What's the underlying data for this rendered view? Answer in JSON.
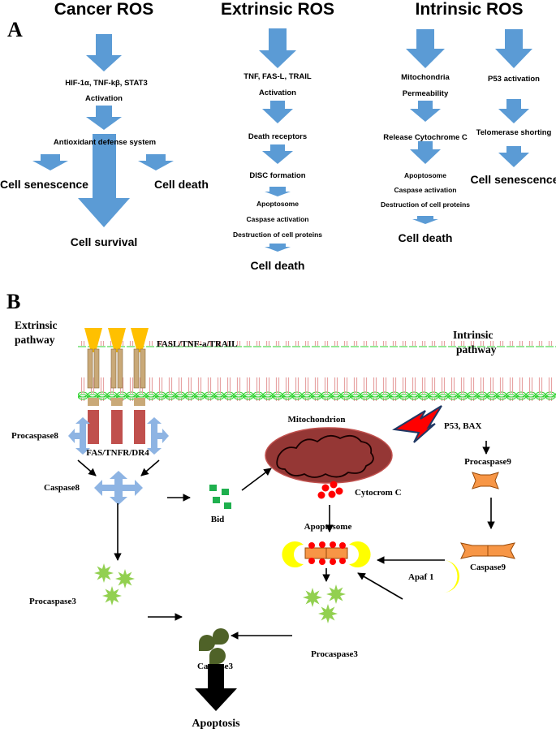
{
  "panel_a": {
    "label": "A",
    "cancer": {
      "title": "Cancer ROS",
      "factors": "HIF-1α, TNF-kβ, STAT3",
      "activation": "Activation",
      "defense": "Antioxidant defense system",
      "senescence": "Cell senescence",
      "death": "Cell death",
      "survival": "Cell survival"
    },
    "extrinsic": {
      "title": "Extrinsic ROS",
      "ligands": "TNF, FAS-L, TRAIL",
      "activation": "Activation",
      "receptors": "Death receptors",
      "disc": "DISC formation",
      "apoptosome": "Apoptosome",
      "caspase": "Caspase activation",
      "destruction": "Destruction of cell proteins",
      "death": "Cell death"
    },
    "intrinsic": {
      "title": "Intrinsic ROS",
      "mito": "Mitochondria",
      "perm": "Permeability",
      "release": "Release Cytochrome C",
      "apoptosome": "Apoptosome",
      "caspase": "Caspase activation",
      "destruction": "Destruction of cell proteins",
      "death": "Cell death",
      "p53": "P53 activation",
      "telomerase": "Telomerase shorting",
      "senescence": "Cell senescence"
    }
  },
  "panel_b": {
    "label": "B",
    "extrinsic_line1": "Extrinsic",
    "extrinsic_line2": "pathway",
    "intrinsic_line1": "Intrinsic",
    "intrinsic_line2": "pathway",
    "ligands": "FASL/TNF-a/TRAIL",
    "procaspase8": "Procaspase8",
    "receptors": "FAS/TNFR/DR4",
    "caspase8": "Caspase8",
    "bid": "Bid",
    "mitochondrion": "Mitochondrion",
    "p53bax": "P53, BAX",
    "procaspase9": "Procaspase9",
    "cytochrome": "Cytocrom  C",
    "apoptosome": "Apoptosome",
    "caspase9": "Caspase9",
    "apaf": "Apaf 1",
    "procaspase3_left": "Procaspase3",
    "procaspase3_right": "Procaspase3",
    "caspase3": "Caspase3",
    "apoptosis": "Apoptosis"
  },
  "colors": {
    "flow_arrow": "#5b9bd5",
    "receptor": "#c0504d",
    "ligand": "#ffc000",
    "membrane_green": "#2bd12b",
    "membrane_pink": "#e7a3a3",
    "mito_fill": "#953735",
    "bid_green": "#1fb04e",
    "cytochrome_red": "#ff0000",
    "caspase9_orange": "#f79646",
    "apaf_yellow": "#ffff00",
    "procaspase3_green": "#92d050",
    "caspase3_olive": "#4f6228",
    "lightning": "#ff0000"
  }
}
